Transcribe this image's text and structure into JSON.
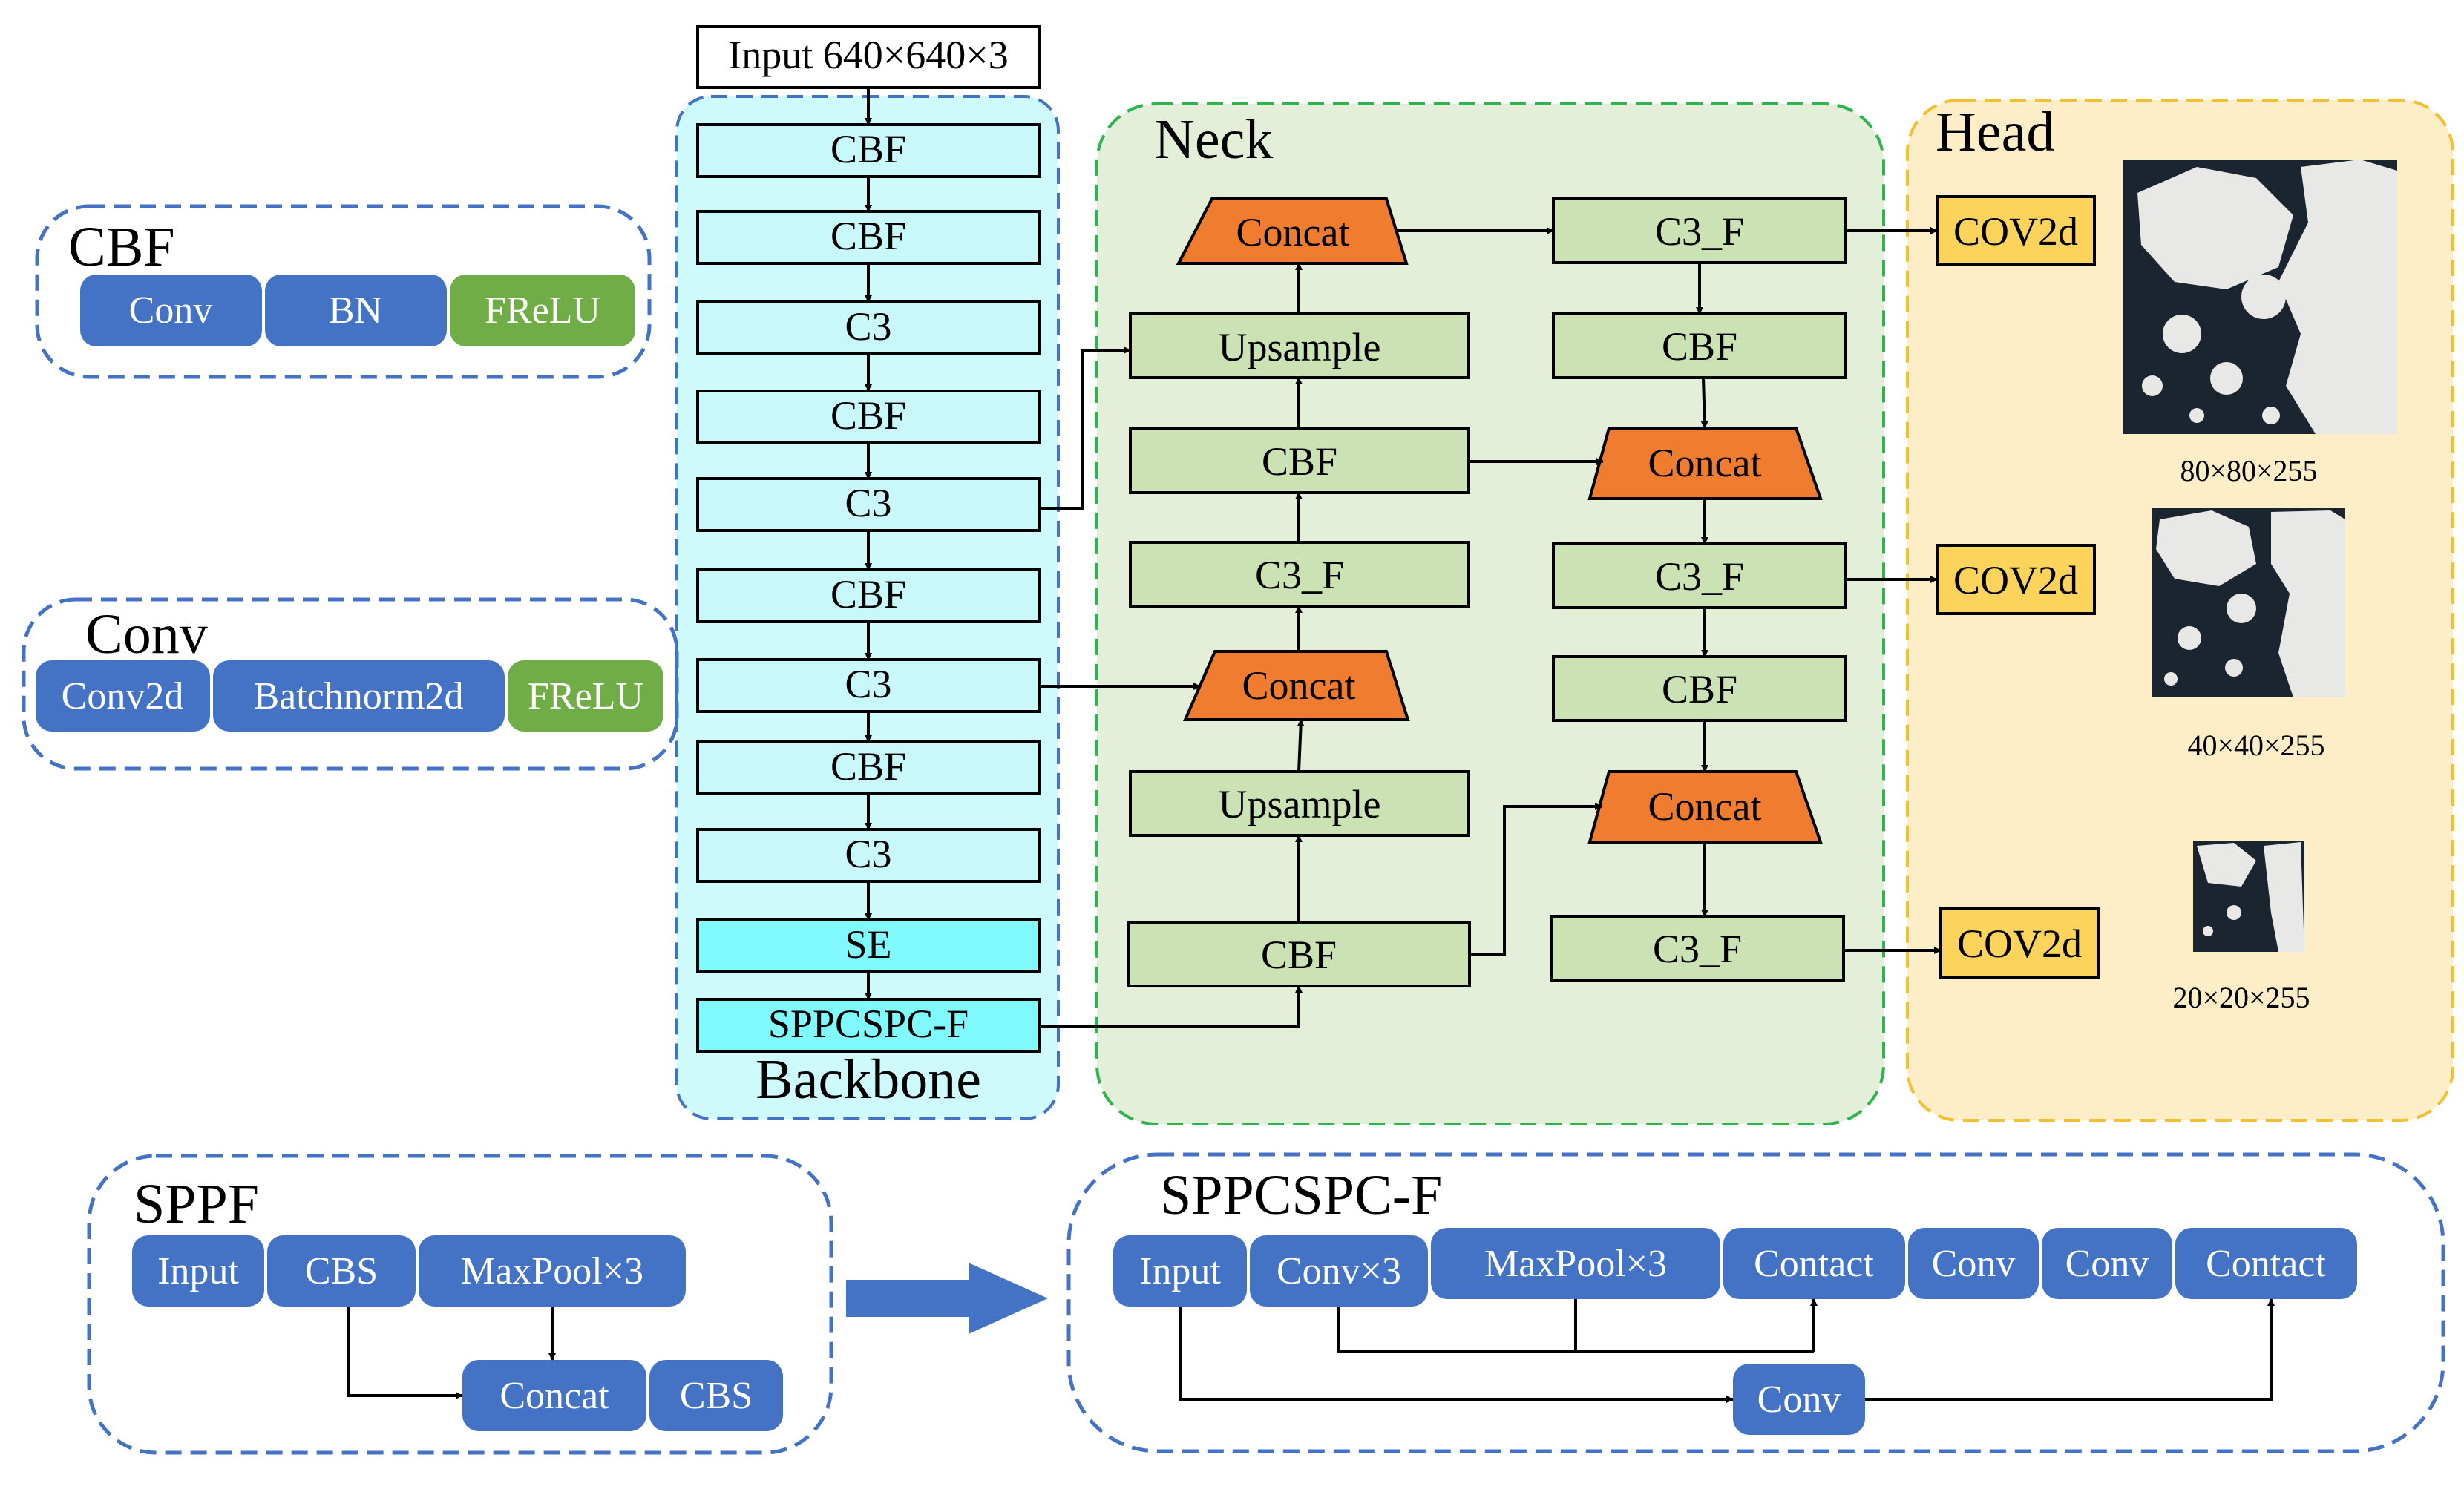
{
  "colors": {
    "backbone_bg": "#cffafc",
    "backbone_box": "#c8f8fa",
    "backbone_accent": "#7ff9fb",
    "neck_bg": "#e4efd9",
    "neck_box": "#cbe2b5",
    "head_bg": "#fdeec8",
    "head_box": "#fcd45c",
    "concat": "#f07c30",
    "pill_blue": "#4472c4",
    "pill_green": "#70ad47",
    "dash_blue": "#4472c4",
    "dash_green": "#2eb34f",
    "dash_yellow": "#f2c032",
    "sea": "#1b2530",
    "ice": "#e8e8e6"
  },
  "input_label": "Input 640×640×3",
  "backbone": {
    "title": "Backbone",
    "blocks": [
      "CBF",
      "CBF",
      "C3",
      "CBF",
      "C3",
      "CBF",
      "C3",
      "CBF",
      "C3",
      "SE",
      "SPPCSPC-F"
    ]
  },
  "neck": {
    "title": "Neck",
    "left": {
      "concat_top": "Concat",
      "upsample_top": "Upsample",
      "cbf_top": "CBF",
      "c3f": "C3_F",
      "concat_mid": "Concat",
      "upsample_bot": "Upsample",
      "cbf_bot": "CBF"
    },
    "right": {
      "c3f_top": "C3_F",
      "cbf_top": "CBF",
      "concat_top": "Concat",
      "c3f_mid": "C3_F",
      "cbf_mid": "CBF",
      "concat_bot": "Concat",
      "c3f_bot": "C3_F"
    }
  },
  "head": {
    "title": "Head",
    "outputs": [
      {
        "label": "COV2d",
        "size": "80×80×255"
      },
      {
        "label": "COV2d",
        "size": "40×40×255"
      },
      {
        "label": "COV2d",
        "size": "20×20×255"
      }
    ]
  },
  "legend_cbf": {
    "title": "CBF",
    "items": [
      "Conv",
      "BN",
      "FReLU"
    ]
  },
  "legend_conv": {
    "title": "Conv",
    "items": [
      "Conv2d",
      "Batchnorm2d",
      "FReLU"
    ]
  },
  "legend_sppf": {
    "title": "SPPF",
    "top": [
      "Input",
      "CBS",
      "MaxPool×3"
    ],
    "bottom": [
      "Concat",
      "CBS"
    ]
  },
  "legend_sppcspc": {
    "title": "SPPCSPC-F",
    "top": [
      "Input",
      "Conv×3",
      "MaxPool×3",
      "Contact",
      "Conv",
      "Conv",
      "Contact"
    ],
    "bottom": "Conv"
  }
}
